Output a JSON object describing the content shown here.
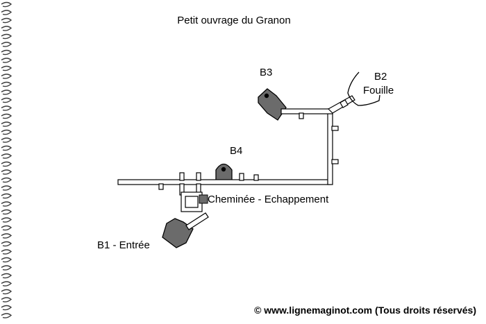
{
  "title": "Petit ouvrage du Granon",
  "labels": {
    "b1": "B1 - Entrée",
    "b2": "B2",
    "b2_sub": "Fouille",
    "b3": "B3",
    "b4": "B4",
    "chimney": "Cheminée - Echappement"
  },
  "copyright": "© www.lignemaginot.com (Tous droits réservés)",
  "colors": {
    "copyright": "#cc0000",
    "block_fill": "#6b6b6b",
    "gallery_fill": "#ffffff",
    "outline": "#000000",
    "spiral": "#3a3a3a"
  }
}
